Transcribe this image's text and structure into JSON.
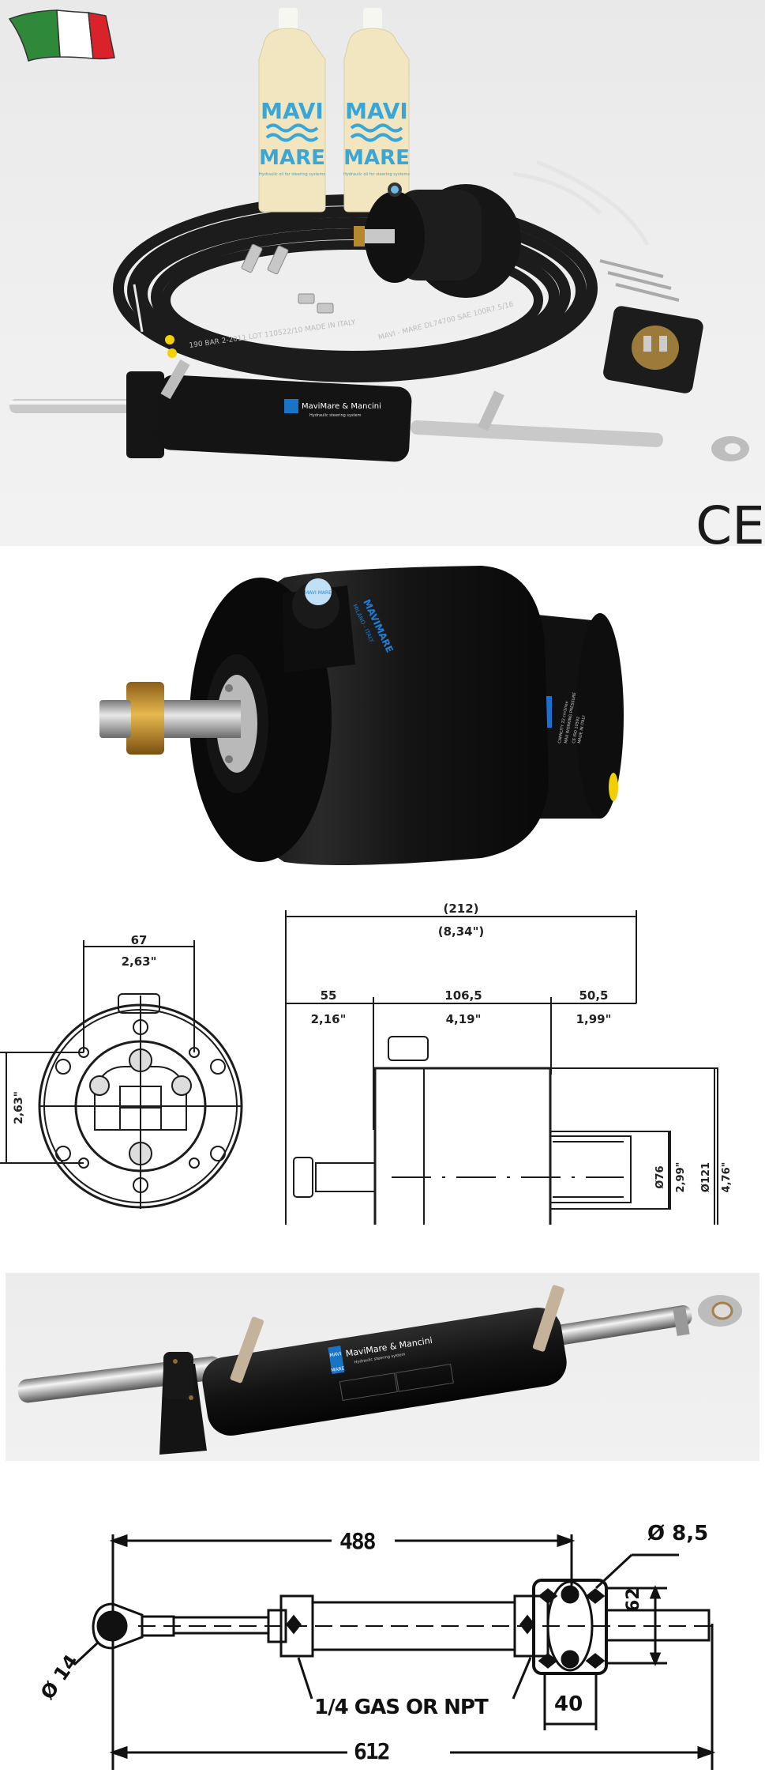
{
  "kit_photo": {
    "flag": {
      "name": "italy-flag",
      "colors": [
        "#2e8a3a",
        "#ffffff",
        "#d9222a"
      ]
    },
    "bottles": [
      {
        "brand_top": "MAVI",
        "brand_bottom": "MARE",
        "subtitle": "Hydraulic oil for steering systems"
      },
      {
        "brand_top": "MAVI",
        "brand_bottom": "MARE",
        "subtitle": "Hydraulic oil for steering systems"
      }
    ],
    "hose_prints": [
      "190 BAR 2-2011 LOT 110522/10 MADE IN ITALY",
      "MAVI - MARE DL74700 SAE 100R7 5/16",
      "MADE IN ITALY"
    ],
    "cylinder_label": {
      "logo_top": "MAVI",
      "logo_bottom": "MARE",
      "brand": "MaviMare & Mancini",
      "tagline": "Hydraulic steering system"
    },
    "ce_mark": "CE"
  },
  "pump_photo": {
    "cap_text": "MAVI MARE",
    "body_brand": "MAVIMARE",
    "body_location": "MILANO - ITALY",
    "side_logo": "MARE",
    "side_lines": [
      "CAPACITY 22 cm3/rev",
      "MAX WORKING PRESSURE",
      "CE ISO 10592",
      "MADE IN ITALY"
    ]
  },
  "pump_drawing": {
    "front_view": {
      "width_mm": "67",
      "width_in": "2,63\"",
      "height_in": "2,63\""
    },
    "side_view": {
      "overall_mm": "(212)",
      "overall_in": "(8,34\")",
      "segments": [
        {
          "mm": "55",
          "in": "2,16\""
        },
        {
          "mm": "106,5",
          "in": "4,19\""
        },
        {
          "mm": "50,5",
          "in": "1,99\""
        }
      ],
      "inner_diameter_mm": "Ø76",
      "inner_diameter_in": "2,99\"",
      "outer_diameter_mm": "Ø121",
      "outer_diameter_in": "4,76\""
    }
  },
  "cylinder_photo": {
    "logo_top": "MAVI",
    "logo_bottom": "MARE",
    "brand": "MaviMare & Mancini",
    "tagline": "Hydraulic steering system"
  },
  "cylinder_drawing": {
    "stroke_length": "488",
    "overall_length": "612",
    "rod_eye_diameter": "Ø 14",
    "mount_hole_diameter": "Ø 8,5",
    "mount_height": "62",
    "mount_width": "40",
    "port_note": "1/4 GAS OR NPT"
  }
}
